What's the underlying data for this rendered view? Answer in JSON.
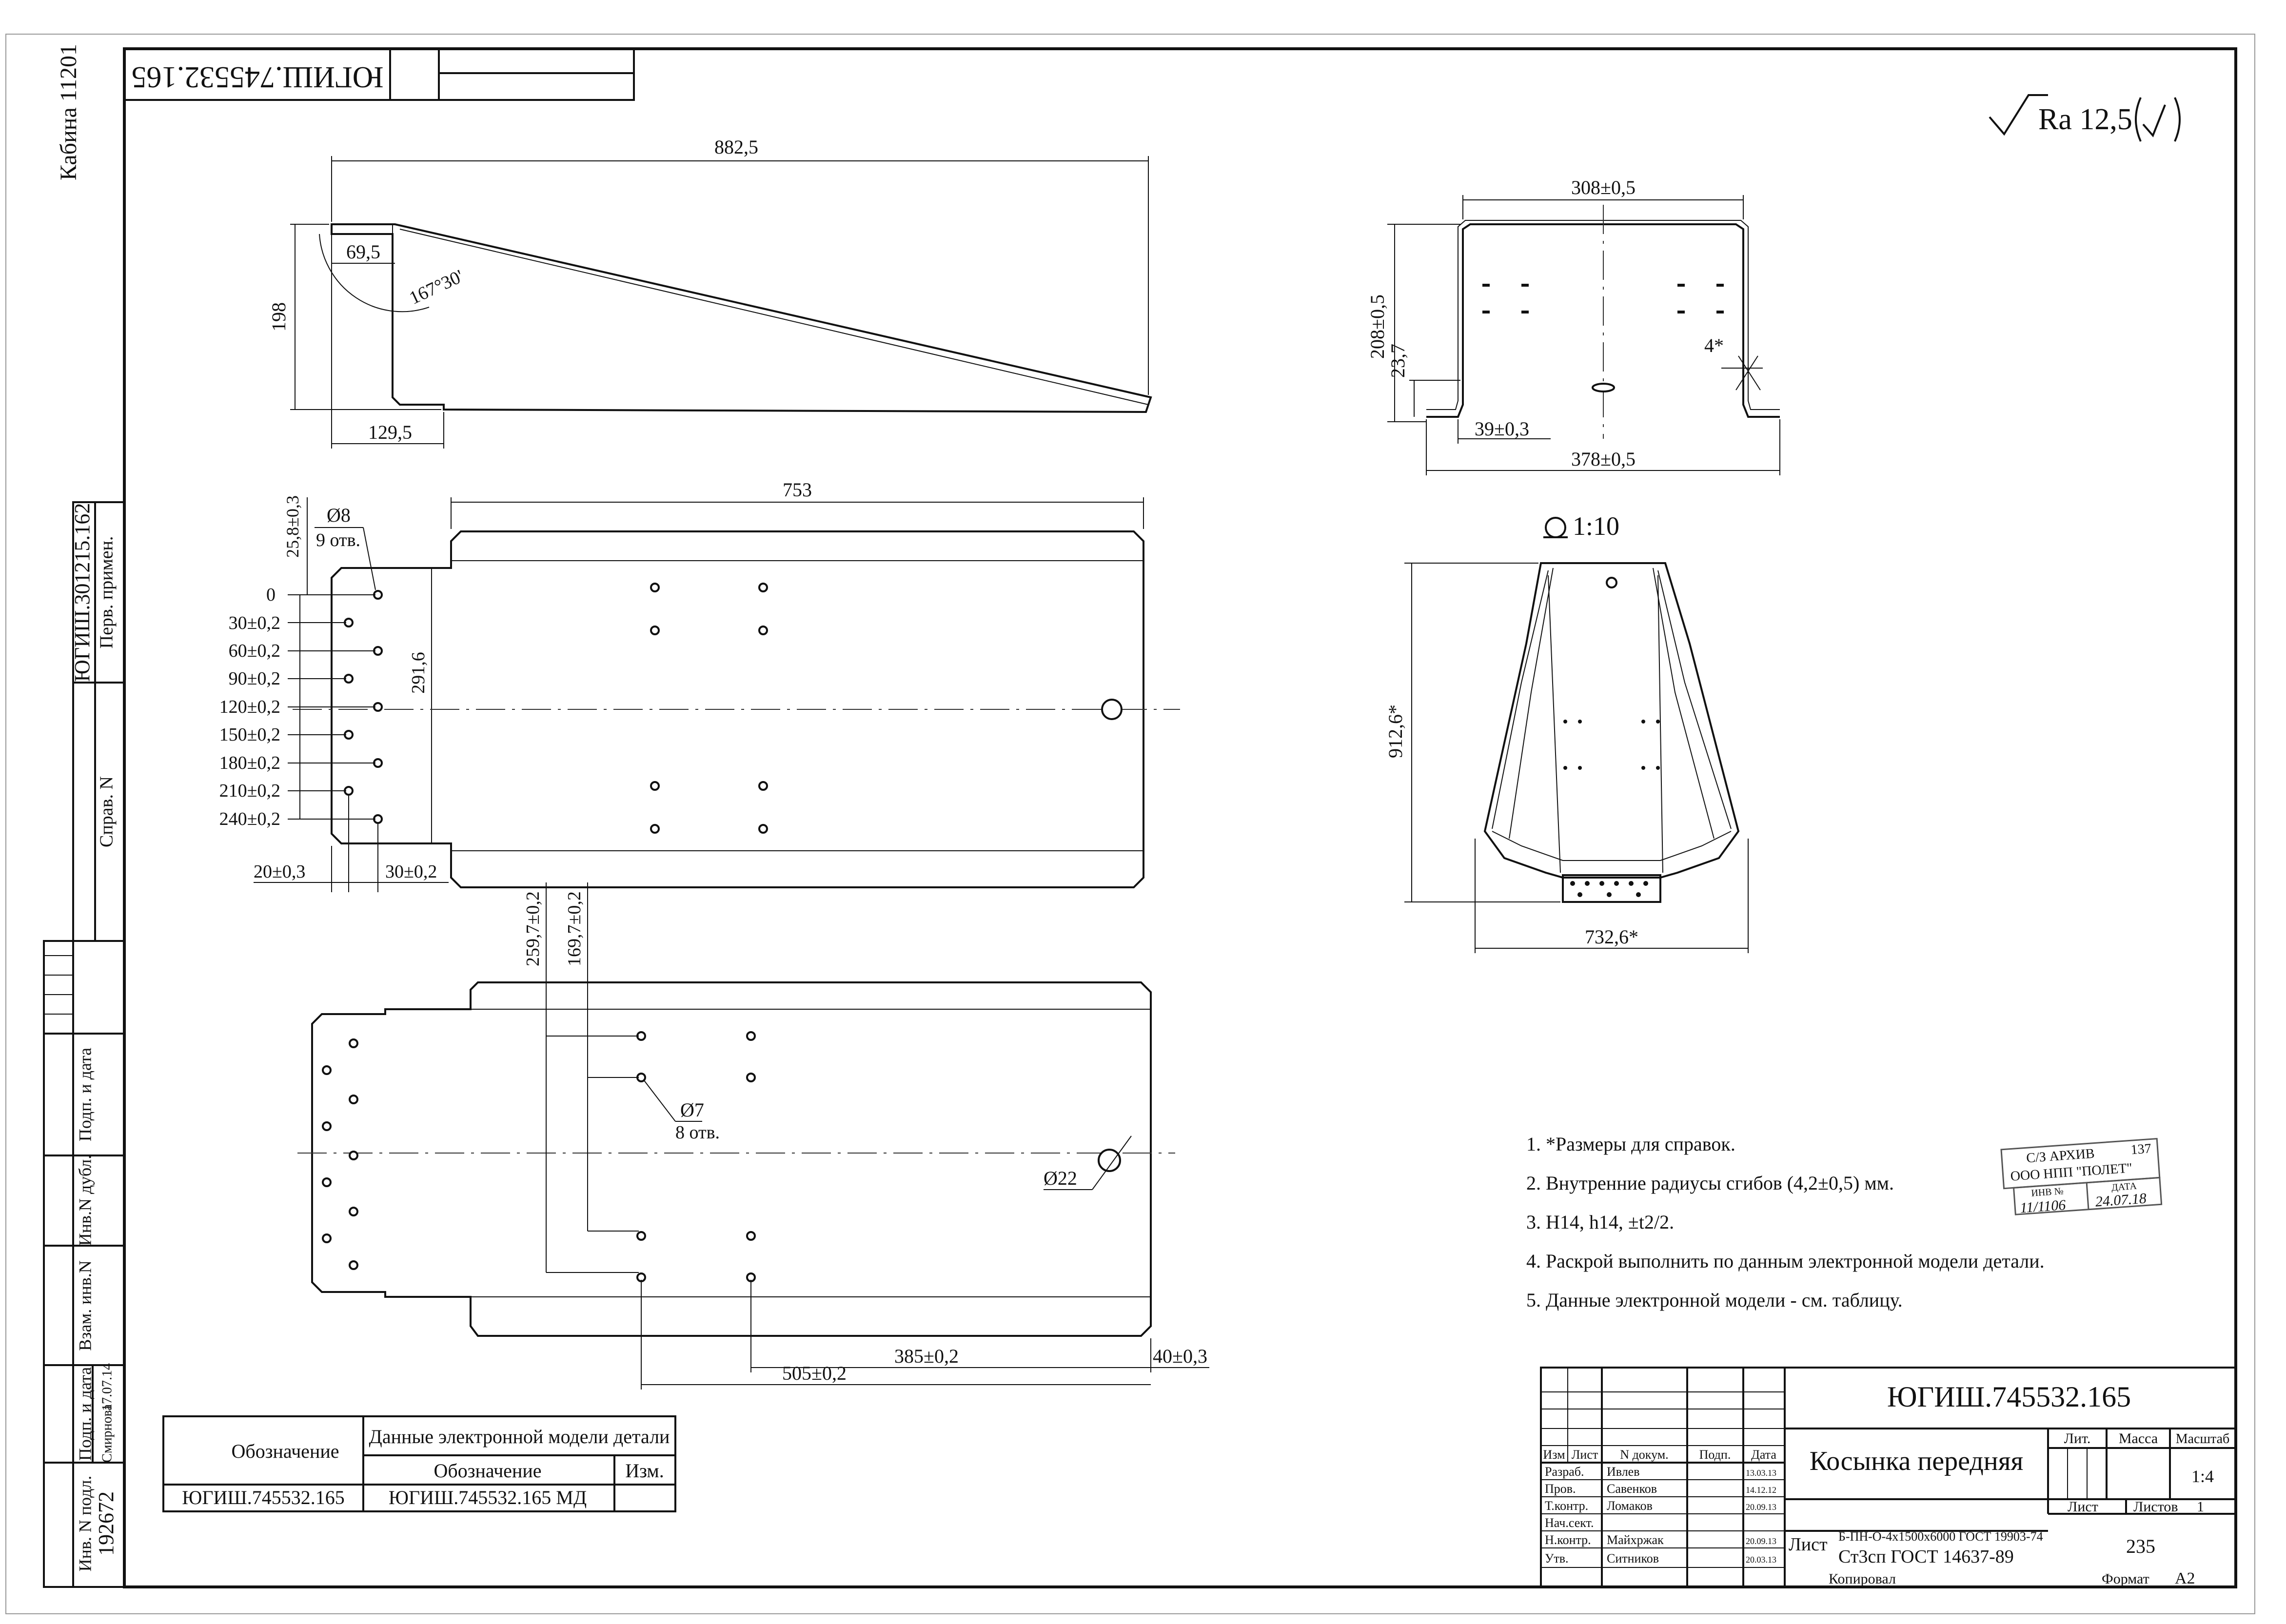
{
  "frame": {
    "top_code": "ЮГИШ.745532.165",
    "side_cabin": "Кабина 11201",
    "perv_primen_label": "Перв. примен.",
    "perv_primen_value": "ЮГИШ.301215.162",
    "sprav_label": "Справ. N",
    "podp_data_label": "Подп. и дата",
    "inv_dubl_label": "Инв.N дубл.",
    "vzam_inv_label": "Взам. инв.N",
    "podp_data2_label": "Подп. и дата",
    "inv_podl_label": "Инв. N подл.",
    "inv_podl_value": "192672",
    "side_sign_name": "Смирнова",
    "side_sign_date": "17.07.14"
  },
  "roughness": "Ra 12,5",
  "dimensions": {
    "side_view": {
      "overall": "882,5",
      "height": "198",
      "top_flat": "69,5",
      "angle": "167°30'",
      "bottom_flat": "129,5"
    },
    "front_view": {
      "width_top": "308±0,5",
      "width_bottom": "378±0,5",
      "height": "208±0,5",
      "flange": "23,7",
      "chamfer": "4*",
      "leg": "39±0,3"
    },
    "view_scale": "1:10",
    "iso_view": {
      "height": "912,6*",
      "width": "732,6*"
    },
    "top_view": {
      "length": "753",
      "offset_top": "25,8±0,3",
      "hole_callout": "Ø8",
      "hole_count": "9 отв.",
      "row_offsets": [
        "0",
        "30±0,2",
        "60±0,2",
        "90±0,2",
        "120±0,2",
        "150±0,2",
        "180±0,2",
        "210±0,2",
        "240±0,2"
      ],
      "width": "291,6",
      "edge_left": "20±0,3",
      "edge_right": "30±0,2"
    },
    "bottom_view": {
      "dim_a": "259,7±0,2",
      "dim_b": "169,7±0,2",
      "hole_callout": "Ø7",
      "hole_count": "8 отв.",
      "big_hole": "Ø22",
      "dim_c": "385±0,2",
      "dim_d": "505±0,2",
      "dim_e": "40±0,3"
    }
  },
  "notes": [
    "1. *Размеры для справок.",
    "2. Внутренние радиусы сгибов (4,2±0,5) мм.",
    "3. H14, h14, ±t2/2.",
    "4. Раскрой выполнить по данным электронной модели детали.",
    "5. Данные электронной модели - см. таблицу."
  ],
  "stamp": {
    "line1": "С/З АРХИВ",
    "num": "137",
    "line2": "ООО НПП \"ПОЛЕТ\"",
    "inv_label": "ИНВ №",
    "date_label": "ДАТА",
    "inv_value": "11/1106",
    "date_value": "24.07.18"
  },
  "model_table": {
    "col1_header": "Обозначение",
    "group_header": "Данные электронной модели детали",
    "sub_col1": "Обозначение",
    "sub_col2": "Изм.",
    "row_designation": "ЮГИШ.745532.165",
    "row_model": "ЮГИШ.745532.165 МД",
    "row_izm": ""
  },
  "title_block": {
    "code": "ЮГИШ.745532.165",
    "part_name": "Косынка передняя",
    "col_izm": "Изм",
    "col_list": "Лист",
    "col_ndokum": "N докум.",
    "col_podp": "Подп.",
    "col_data": "Дата",
    "lit_label": "Лит.",
    "massa_label": "Масса",
    "masshtab_label": "Масштаб",
    "masshtab_value": "1:4",
    "list_label": "Лист",
    "listov_label": "Листов",
    "listov_value": "1",
    "org_value": "235",
    "material_list_label": "Лист",
    "material_line1": "Б-ПН-О-4х1500х6000 ГОСТ 19903-74",
    "material_line2": "Ст3сп ГОСТ 14637-89",
    "signers": [
      {
        "role": "Разраб.",
        "name": "Ивлев",
        "date": "13.03.13"
      },
      {
        "role": "Пров.",
        "name": "Савенков",
        "date": "14.12.12"
      },
      {
        "role": "Т.контр.",
        "name": "Ломаков",
        "date": "20.09.13"
      },
      {
        "role": "Нач.сект.",
        "name": "",
        "date": ""
      },
      {
        "role": "Н.контр.",
        "name": "Майхржак",
        "date": "20.09.13"
      },
      {
        "role": "Утв.",
        "name": "Ситников",
        "date": "20.03.13"
      }
    ],
    "kopiroval": "Копировал",
    "format_label": "Формат",
    "format_value": "А2"
  }
}
